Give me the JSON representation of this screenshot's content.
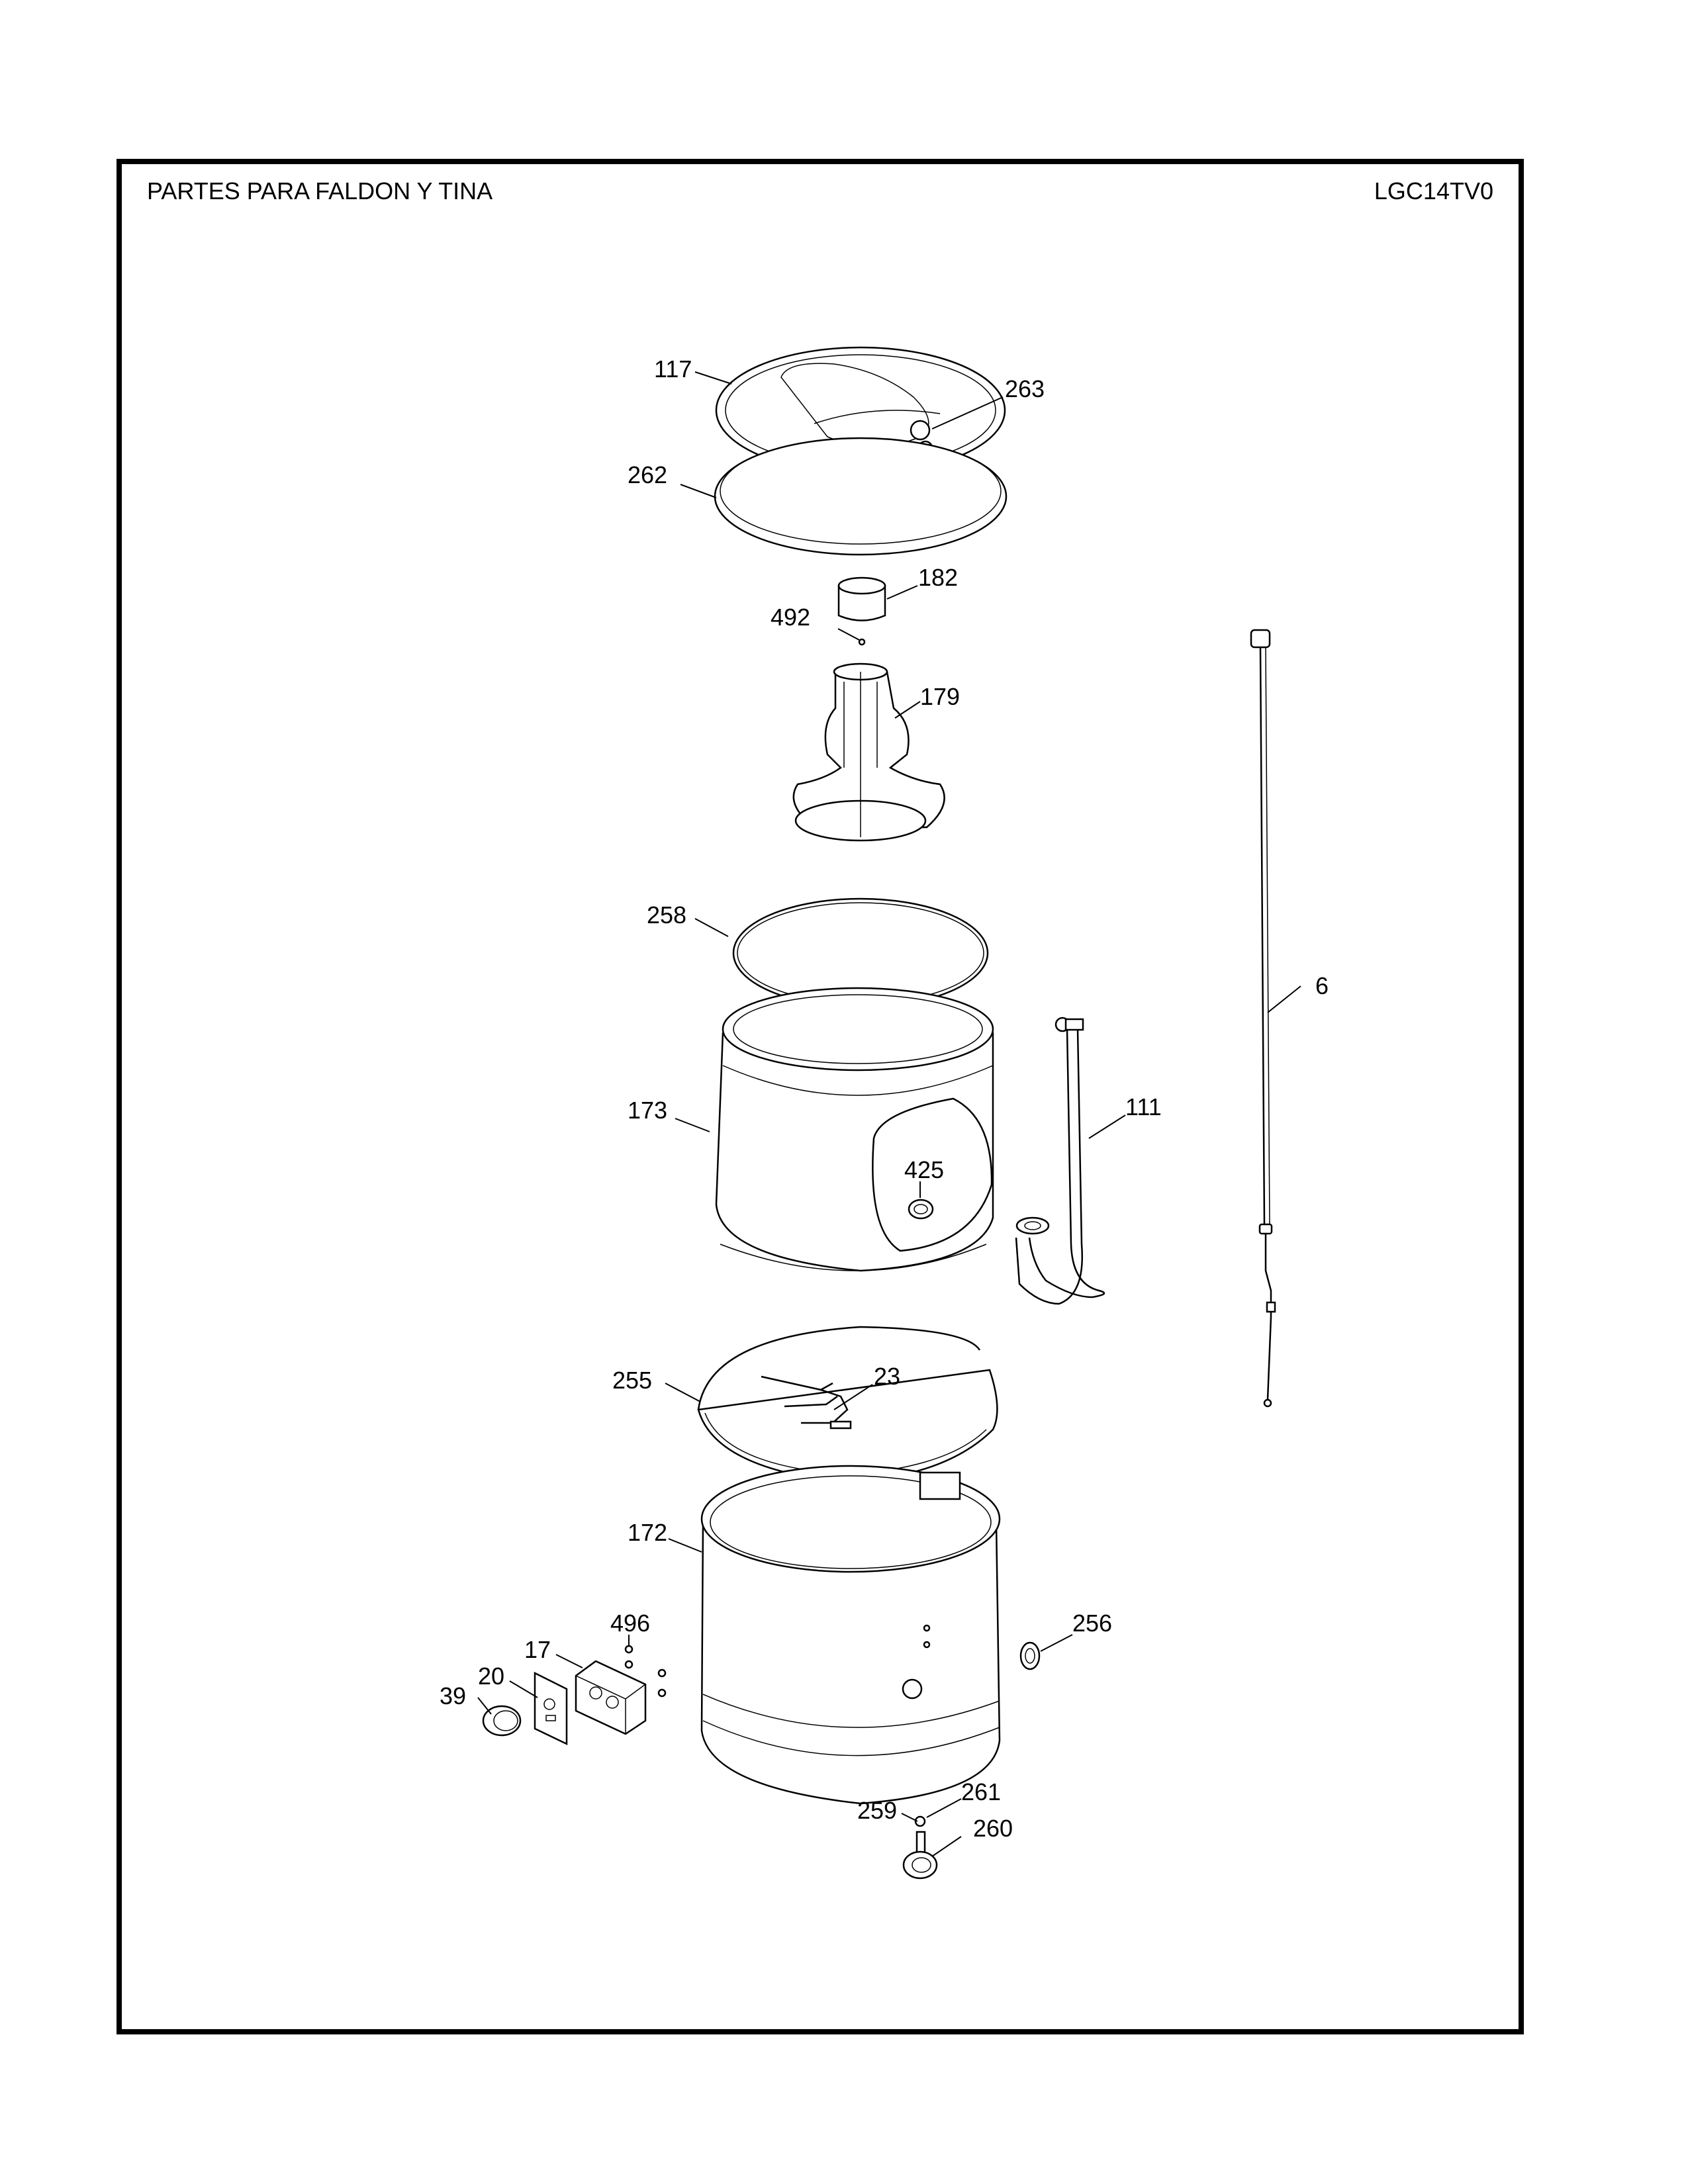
{
  "header": {
    "title": "PARTES PARA FALDON Y TINA",
    "model": "LGC14TV0"
  },
  "callouts": [
    {
      "id": "117",
      "part": "lid-cover"
    },
    {
      "id": "263",
      "part": "lid-cap"
    },
    {
      "id": "262",
      "part": "lid-seal-ring"
    },
    {
      "id": "182",
      "part": "agitator-cap"
    },
    {
      "id": "492",
      "part": "small-screw"
    },
    {
      "id": "179",
      "part": "agitator"
    },
    {
      "id": "6",
      "part": "pressure-tube-rod"
    },
    {
      "id": "258",
      "part": "tub-ring"
    },
    {
      "id": "173",
      "part": "wash-basket"
    },
    {
      "id": "111",
      "part": "drain-hose"
    },
    {
      "id": "425",
      "part": "filter-screen"
    },
    {
      "id": "255",
      "part": "tub-cover-ring"
    },
    {
      "id": "23",
      "part": "wire-harness"
    },
    {
      "id": "172",
      "part": "outer-tub"
    },
    {
      "id": "496",
      "part": "screws"
    },
    {
      "id": "17",
      "part": "control-box"
    },
    {
      "id": "20",
      "part": "control-plate"
    },
    {
      "id": "39",
      "part": "knob"
    },
    {
      "id": "256",
      "part": "grommet"
    },
    {
      "id": "261",
      "part": "clip"
    },
    {
      "id": "259",
      "part": "washer"
    },
    {
      "id": "260",
      "part": "drain-valve"
    }
  ]
}
